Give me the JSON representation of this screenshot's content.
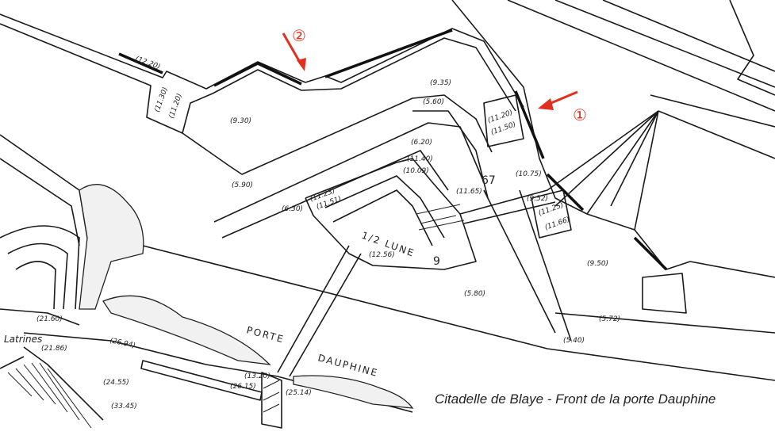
{
  "caption": "Citadelle de Blaye - Front de la porte Dauphine",
  "colors": {
    "arrow": "#e0301e",
    "ink": "#1a1a1a"
  },
  "markers": {
    "one": "①",
    "two": "②"
  },
  "labels": {
    "lune": "1/2 LUNE",
    "n67": "67",
    "n9": "9",
    "porte": "PORTE",
    "dauphine": "DAUPHINE",
    "latrines": "Latrines"
  },
  "elevations": {
    "e1220": "(12.20)",
    "e1130": "(11.30)",
    "e1120a": "(11.20)",
    "e930": "(9.30)",
    "e590": "(5.90)",
    "e935": "(9.35)",
    "e560": "(5.60)",
    "e620": "(6.20)",
    "e1120b": "(11.20)",
    "e1150": "(11.50)",
    "e1140": "(11.40)",
    "e1809": "(10.09)",
    "e1123": "(11.23)",
    "e1151": "(11.51)",
    "e1165": "(11.65)",
    "e1075": "(10.75)",
    "e952": "(9.52)",
    "e1125": "(11.25)",
    "e1166": "(11.66)",
    "e630": "(6.30)",
    "e1256": "(12.56)",
    "e580": "(5.80)",
    "e950": "(9.50)",
    "e572": "(5.72)",
    "e540": "(5.40)",
    "e2160": "(21.60)",
    "e2186": "(21.86)",
    "e2694": "(26.94)",
    "e2455": "(24.55)",
    "e3345": "(33.45)",
    "e1320": "(13.20)",
    "e2615": "(26.15)",
    "e2514": "(25.14)"
  }
}
